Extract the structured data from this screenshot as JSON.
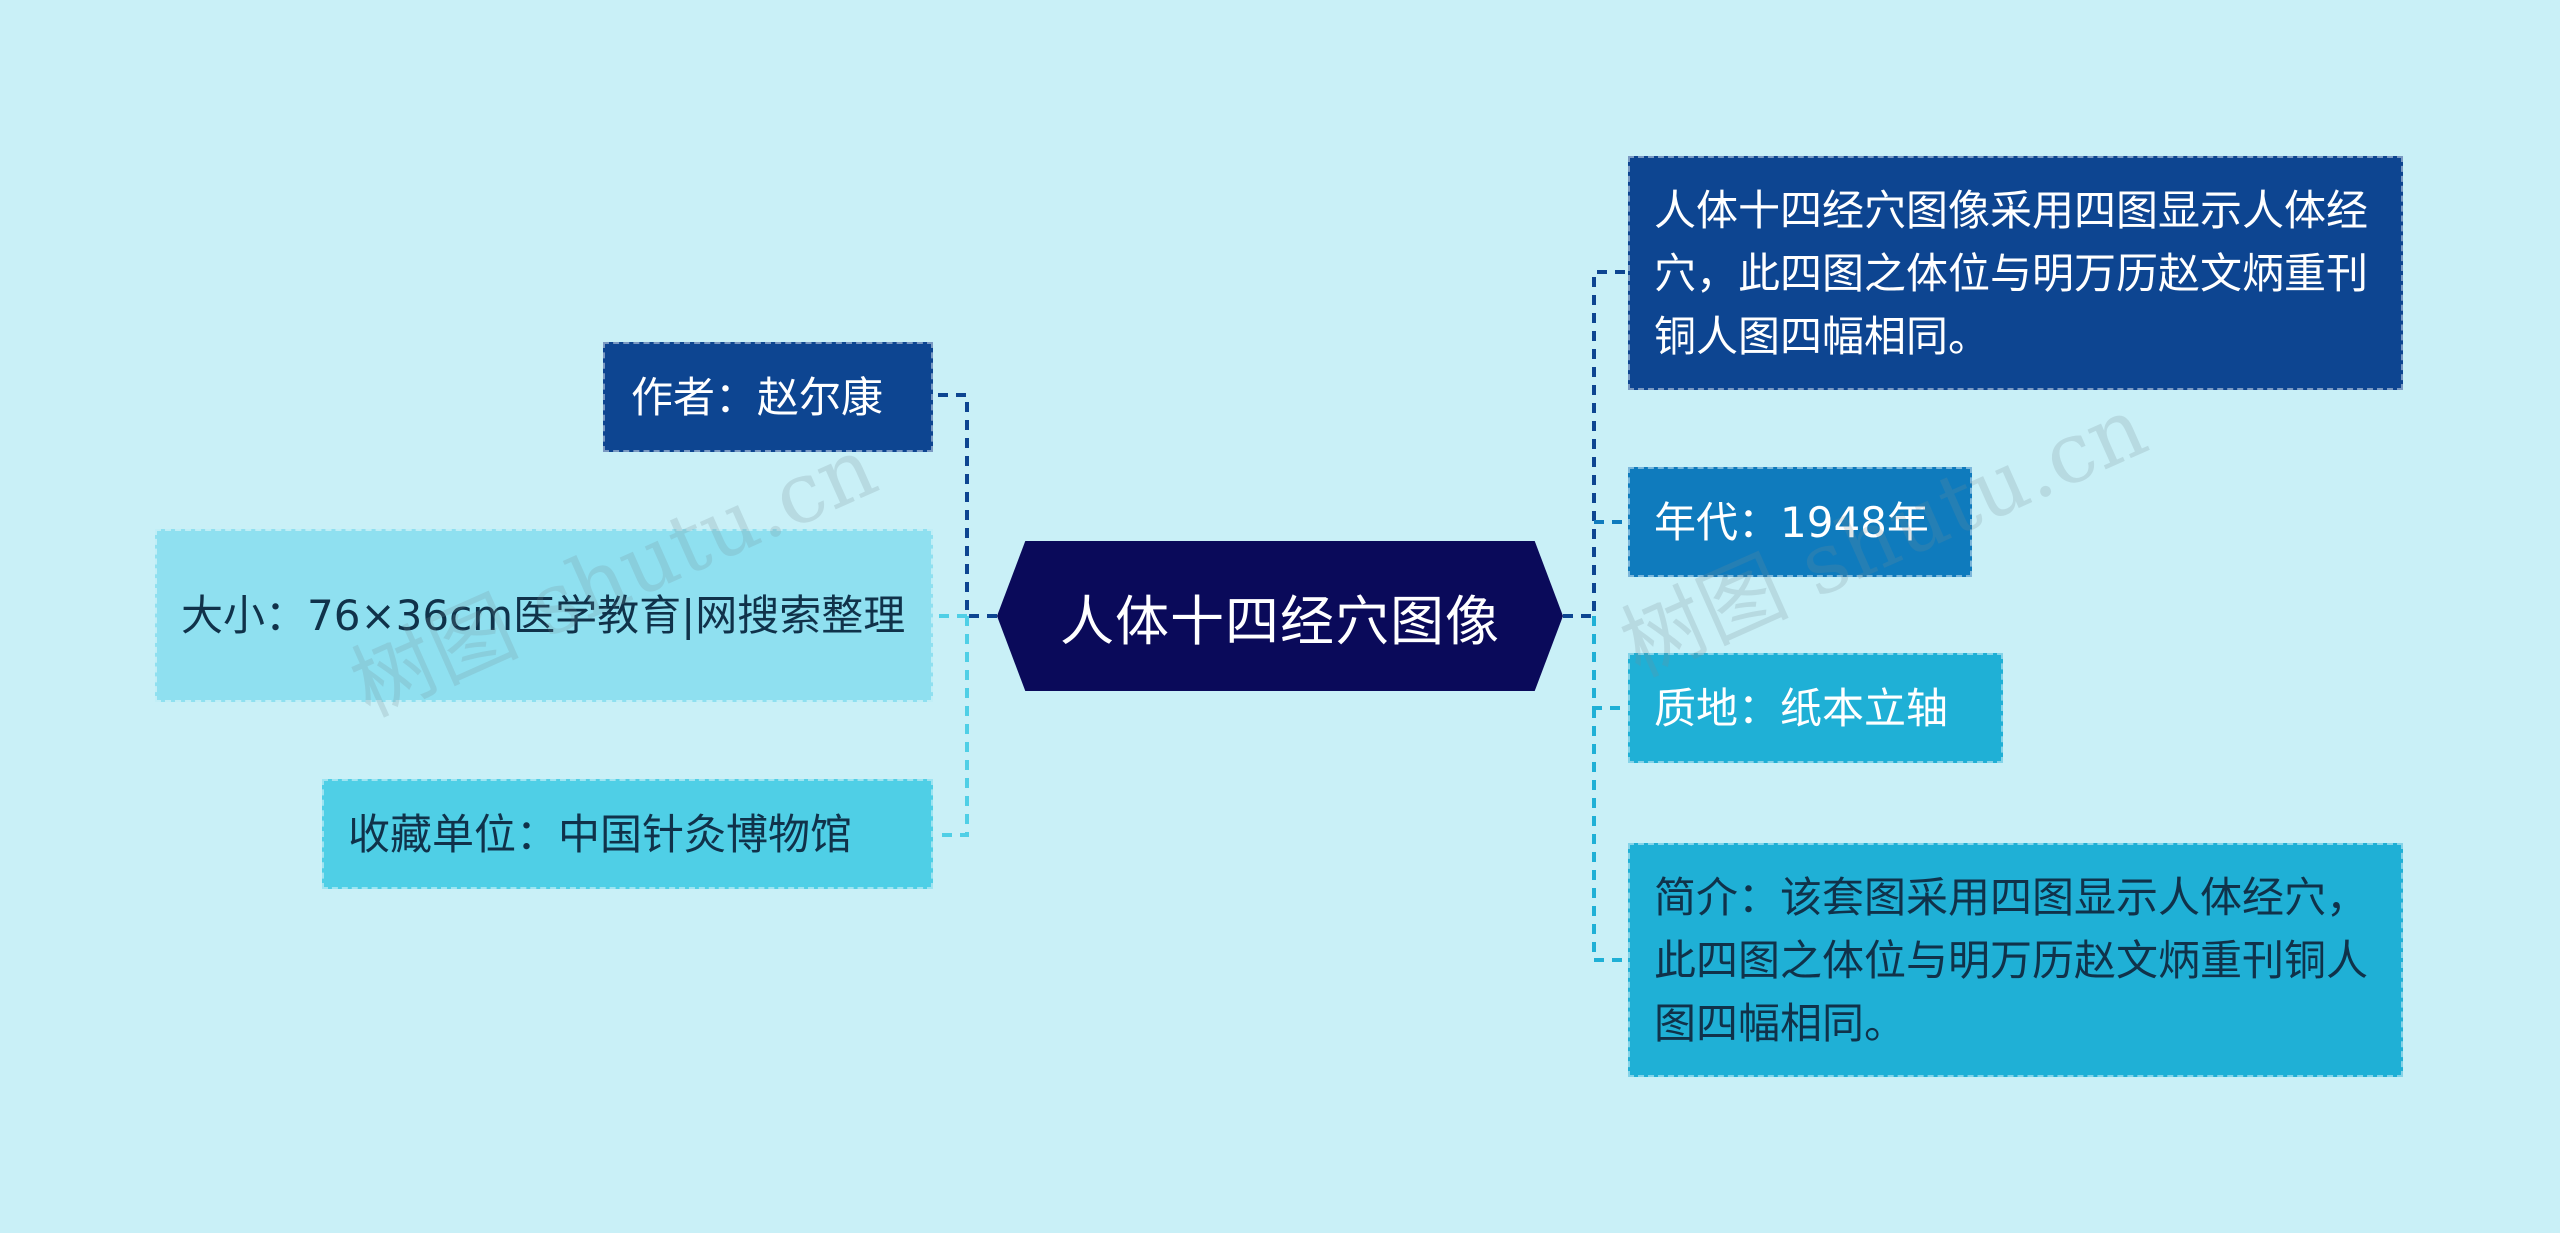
{
  "root": {
    "label": "人体十四经穴图像"
  },
  "left_nodes": [
    {
      "label": "作者：赵尔康"
    },
    {
      "label": "大小：76×36cm医学教育|网搜索整理"
    },
    {
      "label": "收藏单位：中国针灸博物馆"
    }
  ],
  "right_nodes": [
    {
      "label": "人体十四经穴图像采用四图显示人体经穴，此四图之体位与明万历赵文炳重刊铜人图四幅相同。"
    },
    {
      "label": "年代：1948年"
    },
    {
      "label": "质地：纸本立轴"
    },
    {
      "label": "简介：该套图采用四图显示人体经穴，此四图之体位与明万历赵文炳重刊铜人图四幅相同。"
    }
  ],
  "watermarks": [
    "树图 shutu.cn",
    "树图 shutu.cn"
  ],
  "colors": {
    "background": "#c9f0f7",
    "root": "#0a0a5a",
    "dark_blue": "#0d4591",
    "mid_blue": "#0f7bbd",
    "cyan": "#1fb0d6",
    "sky": "#4fcfe6",
    "light_cyan": "#8fe0f0"
  }
}
